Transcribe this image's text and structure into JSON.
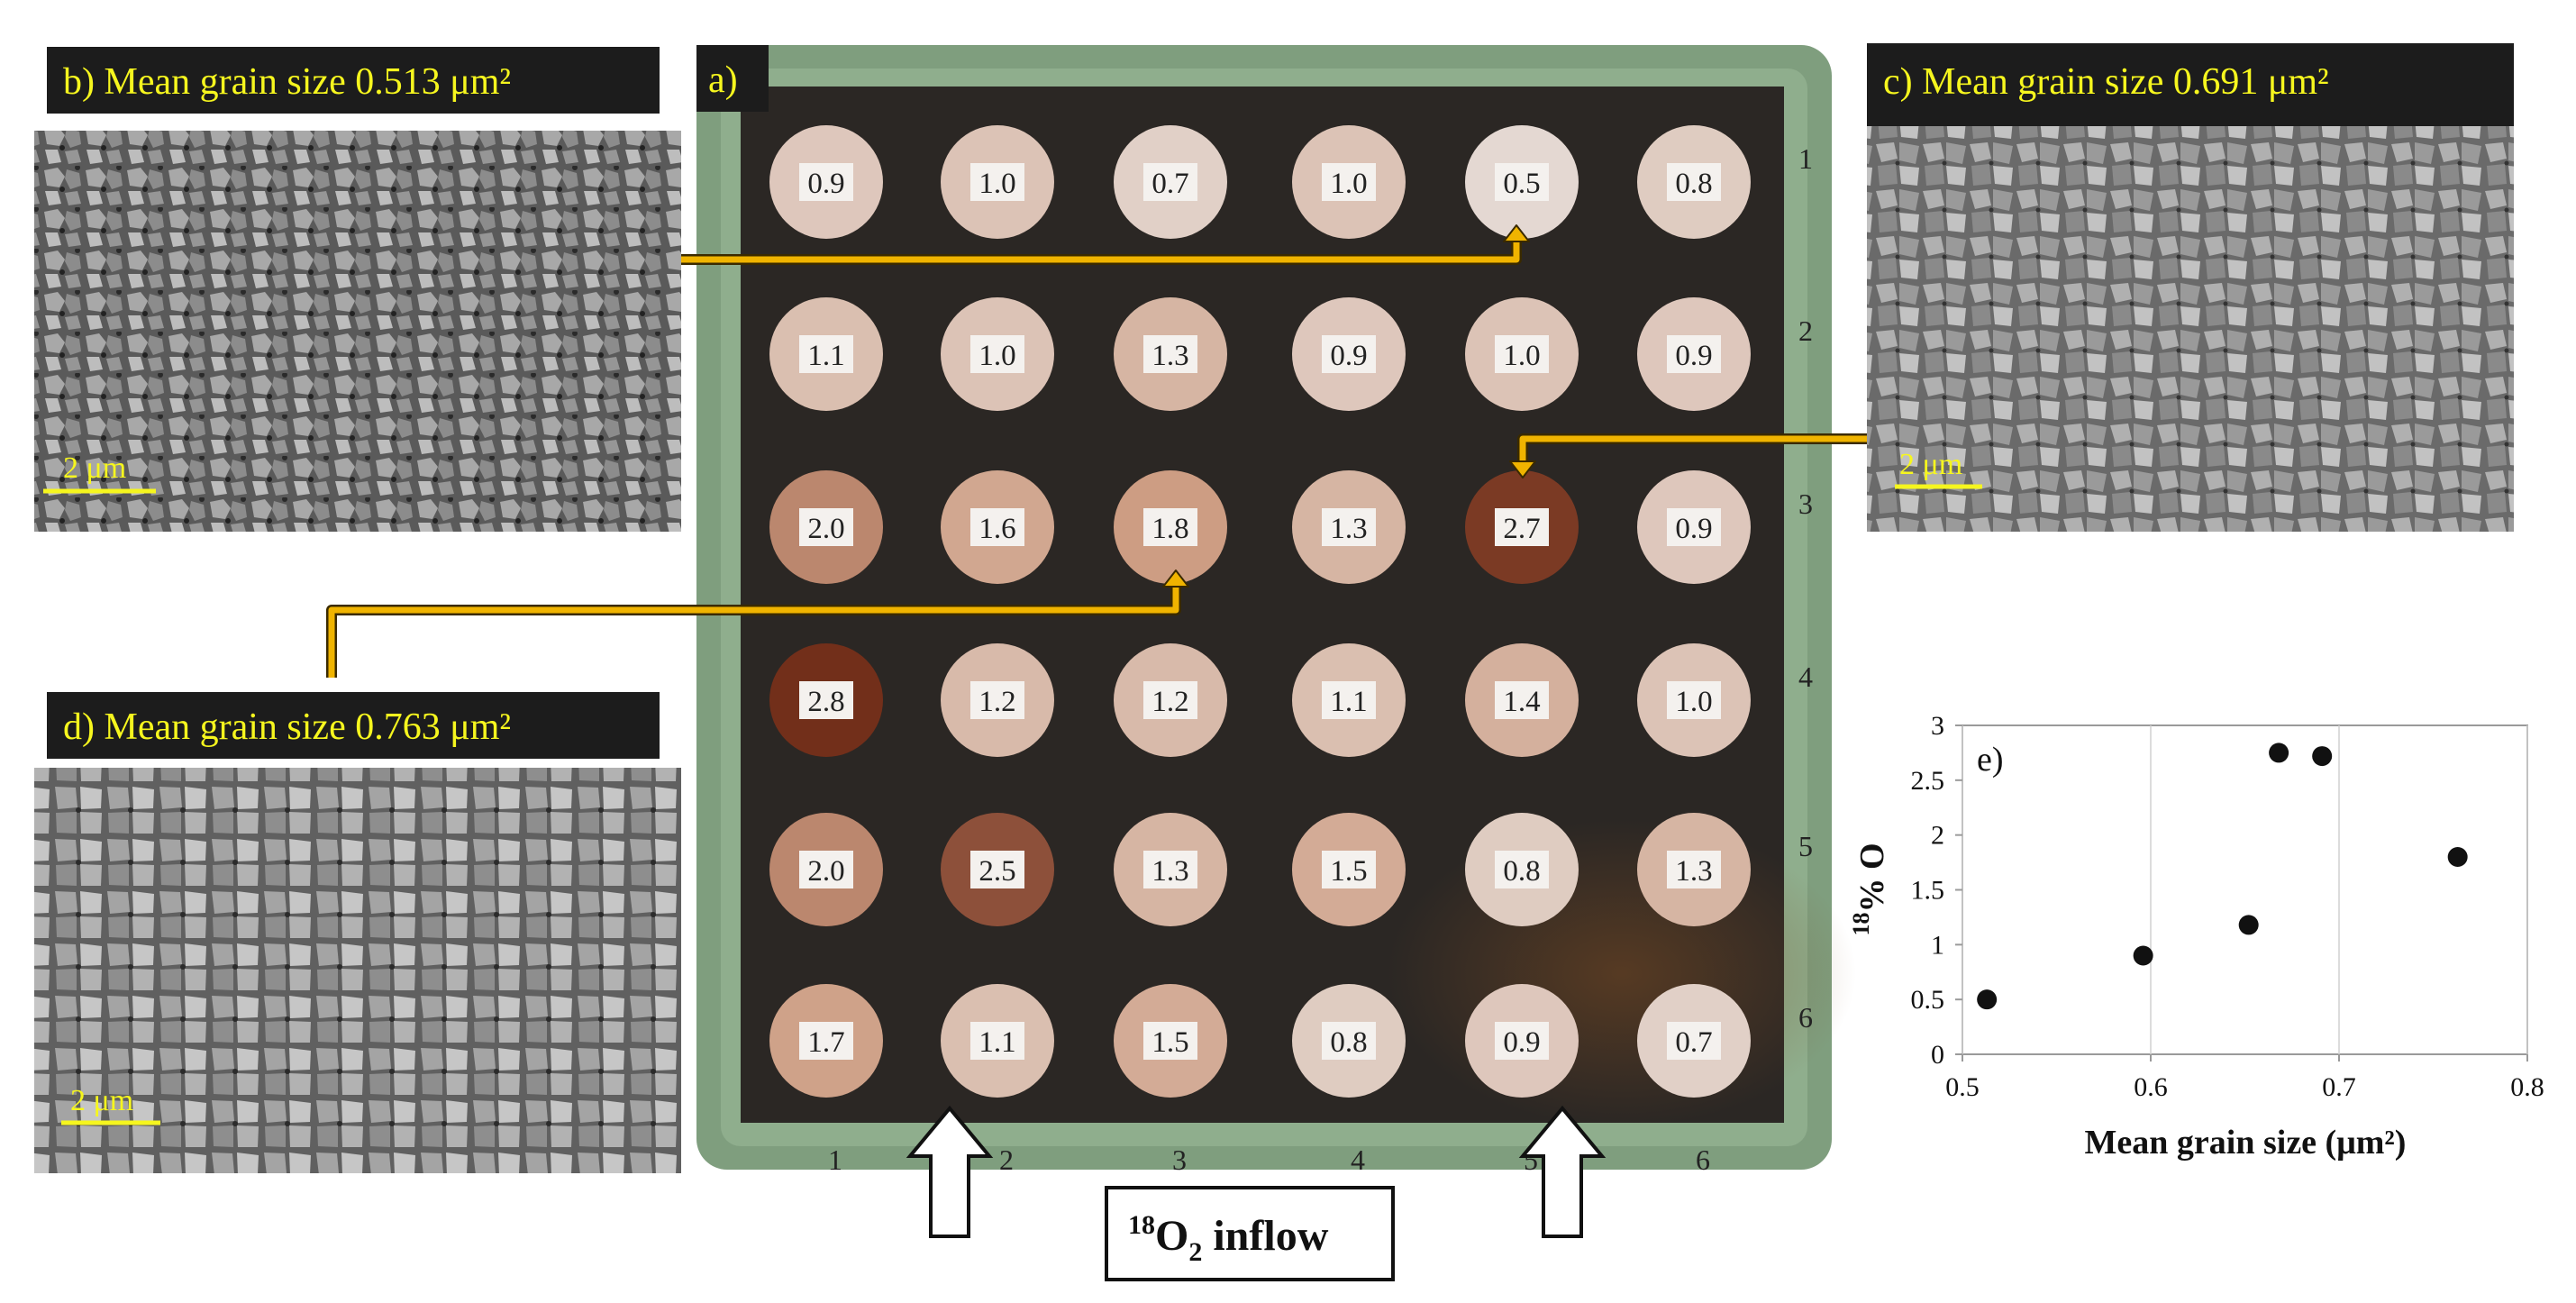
{
  "panels": {
    "b": {
      "label": "b) Mean grain size 0.513 μm²",
      "scale": "2 μm"
    },
    "c": {
      "label": "c) Mean grain size 0.691 μm²",
      "scale": "2 μm"
    },
    "d": {
      "label": "d) Mean grain size 0.763 μm²",
      "scale": "2 μm"
    },
    "a": {
      "label": "a)"
    }
  },
  "plate": {
    "columns": [
      "1",
      "2",
      "3",
      "4",
      "5",
      "6"
    ],
    "rows": [
      "1",
      "2",
      "3",
      "4",
      "5",
      "6"
    ],
    "values": [
      [
        "0.9",
        "1.0",
        "0.7",
        "1.0",
        "0.5",
        "0.8"
      ],
      [
        "1.1",
        "1.0",
        "1.3",
        "0.9",
        "1.0",
        "0.9"
      ],
      [
        "2.0",
        "1.6",
        "1.8",
        "1.3",
        "2.7",
        "0.9"
      ],
      [
        "2.8",
        "1.2",
        "1.2",
        "1.1",
        "1.4",
        "1.0"
      ],
      [
        "2.0",
        "2.5",
        "1.3",
        "1.5",
        "0.8",
        "1.3"
      ],
      [
        "1.7",
        "1.1",
        "1.5",
        "0.8",
        "0.9",
        "0.7"
      ]
    ]
  },
  "inflow": {
    "label": "O",
    "iso": "18",
    "sub": "2",
    "suffix": " inflow"
  },
  "colors": {
    "low": "#e4d8d2",
    "mid": "#cd9d83",
    "high": "#722f1a",
    "arrow": "#f0b400",
    "plateFrame": "#7f9e7e",
    "plateBg": "#2b2724",
    "semLabel": "#f6f61e"
  },
  "chart_data": {
    "type": "scatter",
    "panel_label": "e)",
    "x": [
      0.513,
      0.596,
      0.652,
      0.668,
      0.691,
      0.763
    ],
    "y": [
      0.5,
      0.9,
      1.18,
      2.75,
      2.72,
      1.8
    ],
    "xlabel": "Mean grain size (μm²)",
    "ylabel_iso": "18",
    "ylabel": "% O",
    "xlim": [
      0.5,
      0.8
    ],
    "ylim": [
      0,
      3
    ],
    "xticks": [
      "0.5",
      "0.6",
      "0.7",
      "0.8"
    ],
    "yticks": [
      "0",
      "0.5",
      "1",
      "1.5",
      "2",
      "2.5",
      "3"
    ],
    "grid": "vertical"
  }
}
